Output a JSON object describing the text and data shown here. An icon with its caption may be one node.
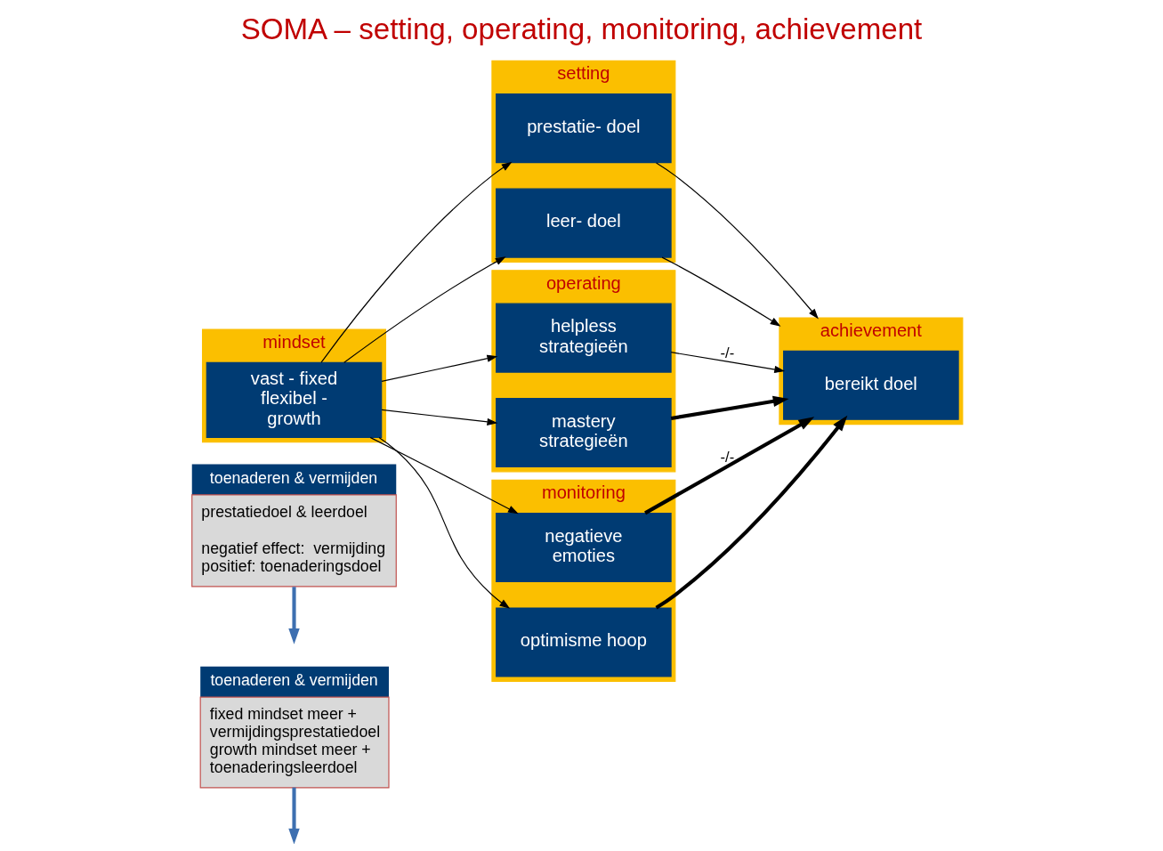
{
  "diagram": {
    "title": "SOMA – setting, operating, monitoring, achievement",
    "nodes": [
      {
        "text": [
          "toenaderen & vermijden",
          "fixed mindset meer + vermijdingsprestatiedoel growth mindset meer + toenaderingsleerdoel"
        ]
      },
      {
        "text": [
          "mindset"
        ]
      },
      {
        "text": [
          "vast - fixed flexibel - growth"
        ],
        "in": 1
      },
      {
        "text": [
          "setting"
        ]
      },
      {
        "text": [
          "prestatie- doel"
        ],
        "in": 3
      },
      {
        "text": [
          "leer- doel"
        ],
        "in": 3
      },
      {
        "text": [
          "toenaderen & vermijden",
          "prestatiedoel & leerdoel",
          "negatief effect:  vermijding positief: toenaderingsdoel"
        ]
      },
      {
        "text": [
          "operating"
        ]
      },
      {
        "text": [
          "helpless strategieën"
        ],
        "in": 7
      },
      {
        "text": [
          "mastery strategieën"
        ],
        "in": 7
      },
      {
        "text": [
          "monitoring"
        ]
      },
      {
        "text": [
          "negatieve emoties"
        ],
        "in": 10
      },
      {
        "text": [
          "optimisme hoop"
        ],
        "in": 10
      },
      {
        "text": [
          "achievement"
        ]
      },
      {
        "text": [
          "bereikt doel"
        ],
        "in": 13
      }
    ],
    "edges": [
      {
        "from": 2,
        "to": 4,
        "arrow": "to"
      },
      {
        "from": 2,
        "to": 5,
        "arrow": "to"
      },
      {
        "from": 2,
        "to": 8,
        "arrow": "to"
      },
      {
        "from": 2,
        "to": 9,
        "arrow": "to"
      },
      {
        "from": 2,
        "to": 11,
        "arrow": "to"
      },
      {
        "from": 2,
        "to": 12,
        "arrow": "to"
      },
      {
        "from": 4,
        "to": 13,
        "arrow": "to"
      },
      {
        "from": 5,
        "to": 13,
        "arrow": "to"
      },
      {
        "from": 8,
        "to": 14,
        "arrow": "to",
        "label": "-/-"
      },
      {
        "from": 9,
        "to": 14,
        "arrow": "to",
        "style": "thick"
      },
      {
        "from": 11,
        "to": 14,
        "arrow": "to",
        "style": "thick",
        "label": "-/-"
      },
      {
        "from": 12,
        "to": 14,
        "arrow": "to",
        "style": "thick"
      },
      {
        "from": 0,
        "to": null,
        "arrow": "to",
        "style": "thick",
        "color": "#3d6fb0"
      },
      {
        "from": 6,
        "to": null,
        "arrow": "to",
        "style": "thick",
        "color": "#3d6fb0"
      }
    ]
  }
}
